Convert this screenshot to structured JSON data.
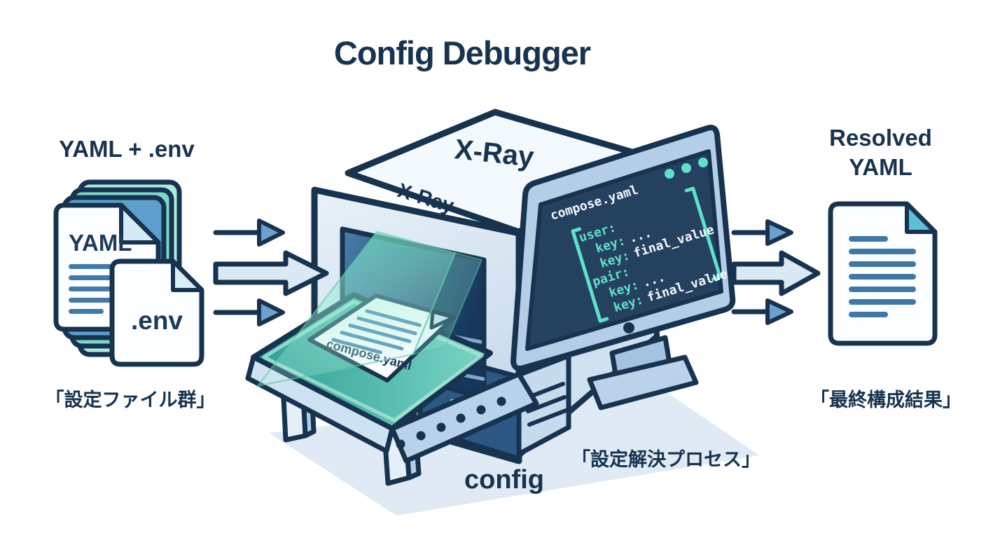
{
  "title": "Config Debugger",
  "colors": {
    "navy_outline": "#17334f",
    "light_blue": "#d7e6f2",
    "mint": "#aeeadb",
    "teal": "#7cd7c7",
    "steel_blue": "#5e9fcb",
    "belt_teal": "#3aa89d",
    "beam_mint": "#7fe8cc",
    "screen_bg": "#24415f",
    "code_teal": "#5fe0c8",
    "code_white": "#f4f8fc",
    "doc_line_blue": "#4379a8",
    "fold_teal": "#5bc0d4"
  },
  "input": {
    "heading": "YAML + .env",
    "yaml_doc": {
      "label": "YAML"
    },
    "env_doc": {
      "label": ".env"
    },
    "caption": "「設定ファイル群」"
  },
  "machine": {
    "top_label": "X-Ray",
    "front_label": "X-Ray",
    "belt_document_label": "compose.yaml",
    "name_label": "config",
    "caption": "「設定解決プロセス」"
  },
  "monitor": {
    "file_title": "compose.yaml",
    "code": [
      {
        "key": "user:",
        "value": ""
      },
      {
        "key": "key:",
        "value": "..."
      },
      {
        "key": "key:",
        "value": "final_value"
      },
      {
        "key": "pair:",
        "value": ""
      },
      {
        "key": "key:",
        "value": "..."
      },
      {
        "key": "key:",
        "value": "final_value"
      }
    ]
  },
  "output": {
    "heading": [
      "Resolved",
      "YAML"
    ],
    "caption": "「最終構成結果」"
  }
}
